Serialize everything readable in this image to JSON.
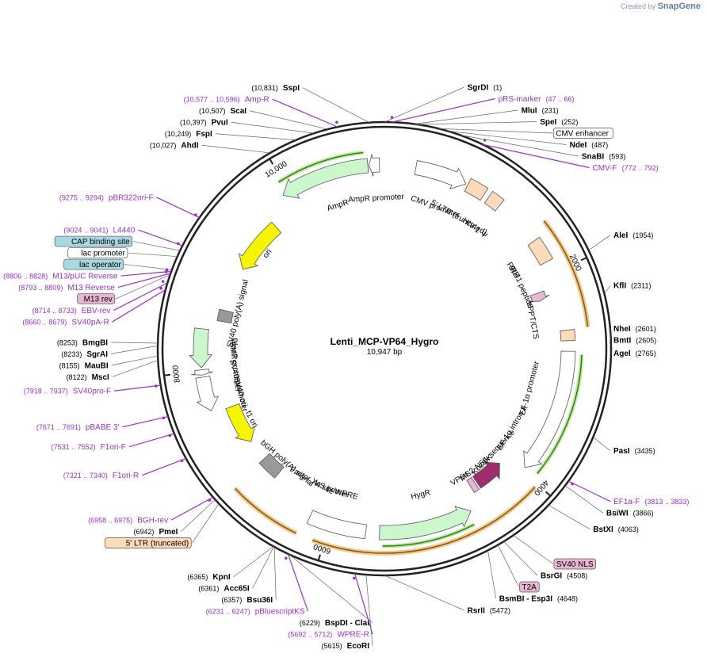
{
  "watermark": {
    "prefix": "Created by",
    "brand": "SnapGene"
  },
  "plasmid": {
    "name": "Lenti_MCP-VP64_Hygro",
    "length_label": "10,947 bp",
    "total_bp": 10947
  },
  "colors": {
    "enzyme": "#000000",
    "primer": "#9b30c8",
    "ring": "#222222",
    "promoter_fill": "#ffffff",
    "ltr_fill": "#fddbb8",
    "green_fill": "#ccf7cc",
    "yellow_fill": "#f5f500",
    "magenta_fill": "#9b2e6b",
    "gray_fill": "#999999",
    "cap_fill": "#a8d8e0",
    "pink_fill": "#e8b6d1",
    "orange_arc": "#d98c1a",
    "green_arc": "#1a9e1a"
  },
  "ruler_ticks": [
    {
      "label": "2000",
      "bp": 2000
    },
    {
      "label": "4000",
      "bp": 4000
    },
    {
      "label": "6000",
      "bp": 6000
    },
    {
      "label": "8000",
      "bp": 8000
    },
    {
      "label": "10,000",
      "bp": 10000
    }
  ],
  "sites": [
    {
      "name": "SgrDI",
      "pos": "(1)",
      "bp": 1,
      "kind": "enzyme"
    },
    {
      "name": "SspI",
      "pos": "(10,831)",
      "bp": 10831,
      "kind": "enzyme"
    },
    {
      "name": "Amp-R",
      "pos": "(10,577 .. 10,596)",
      "bp": 10586,
      "kind": "primer"
    },
    {
      "name": "ScaI",
      "pos": "(10,507)",
      "bp": 10507,
      "kind": "enzyme"
    },
    {
      "name": "PvuI",
      "pos": "(10,397)",
      "bp": 10397,
      "kind": "enzyme"
    },
    {
      "name": "FspI",
      "pos": "(10,249)",
      "bp": 10249,
      "kind": "enzyme"
    },
    {
      "name": "AhdI",
      "pos": "(10,027)",
      "bp": 10027,
      "kind": "enzyme"
    },
    {
      "name": "pBR322ori-F",
      "pos": "(9275 .. 9294)",
      "bp": 9285,
      "kind": "primer"
    },
    {
      "name": "L4440",
      "pos": "(9024 .. 9041)",
      "bp": 9032,
      "kind": "primer"
    },
    {
      "name": "CAP binding site",
      "pos": "",
      "bp": 8990,
      "kind": "box-cap"
    },
    {
      "name": "lac promoter",
      "pos": "",
      "bp": 8940,
      "kind": "box-white"
    },
    {
      "name": "M13/pUC Reverse",
      "pos": "(8806 .. 8828)",
      "bp": 8817,
      "kind": "primer"
    },
    {
      "name": "lac operator",
      "pos": "",
      "bp": 8830,
      "kind": "box-cap"
    },
    {
      "name": "M13 Reverse",
      "pos": "(8793 .. 8809)",
      "bp": 8801,
      "kind": "primer"
    },
    {
      "name": "M13 rev",
      "pos": "",
      "bp": 8790,
      "kind": "box-pink"
    },
    {
      "name": "EBV-rev",
      "pos": "(8714 .. 8733)",
      "bp": 8724,
      "kind": "primer"
    },
    {
      "name": "SV40pA-R",
      "pos": "(8660 .. 8679)",
      "bp": 8670,
      "kind": "primer"
    },
    {
      "name": "BmgBI",
      "pos": "(8253)",
      "bp": 8253,
      "kind": "enzyme"
    },
    {
      "name": "SgrAI",
      "pos": "(8233)",
      "bp": 8233,
      "kind": "enzyme"
    },
    {
      "name": "MauBI",
      "pos": "(8155)",
      "bp": 8155,
      "kind": "enzyme"
    },
    {
      "name": "MscI",
      "pos": "(8122)",
      "bp": 8122,
      "kind": "enzyme"
    },
    {
      "name": "SV40pro-F",
      "pos": "(7918 .. 7937)",
      "bp": 7928,
      "kind": "primer"
    },
    {
      "name": "pBABE 3'",
      "pos": "(7671 .. 7691)",
      "bp": 7681,
      "kind": "primer"
    },
    {
      "name": "F1ori-F",
      "pos": "(7531 .. 7552)",
      "bp": 7541,
      "kind": "primer"
    },
    {
      "name": "F1ori-R",
      "pos": "(7321 .. 7340)",
      "bp": 7330,
      "kind": "primer"
    },
    {
      "name": "BGH-rev",
      "pos": "(6958 .. 6975)",
      "bp": 6966,
      "kind": "primer"
    },
    {
      "name": "PmeI",
      "pos": "(6942)",
      "bp": 6942,
      "kind": "enzyme"
    },
    {
      "name": "5' LTR (truncated)",
      "pos": "",
      "bp": 6900,
      "kind": "box-ltr"
    },
    {
      "name": "KpnI",
      "pos": "(6365)",
      "bp": 6365,
      "kind": "enzyme"
    },
    {
      "name": "Acc65I",
      "pos": "(6361)",
      "bp": 6361,
      "kind": "enzyme"
    },
    {
      "name": "Bsu36I",
      "pos": "(6357)",
      "bp": 6357,
      "kind": "enzyme"
    },
    {
      "name": "pBluescriptKS",
      "pos": "(6231 .. 6247)",
      "bp": 6239,
      "kind": "primer"
    },
    {
      "name": "BspDI - ClaI",
      "pos": "(6229)",
      "bp": 6229,
      "kind": "enzyme"
    },
    {
      "name": "WPRE-R",
      "pos": "(5692 .. 5712)",
      "bp": 5702,
      "kind": "primer"
    },
    {
      "name": "EcoRI",
      "pos": "(5615)",
      "bp": 5615,
      "kind": "enzyme"
    },
    {
      "name": "RsrII",
      "pos": "(5472)",
      "bp": 5472,
      "kind": "enzyme"
    },
    {
      "name": "pRS-marker",
      "pos": "(47 .. 66)",
      "bp": 56,
      "kind": "primer"
    },
    {
      "name": "MluI",
      "pos": "(231)",
      "bp": 231,
      "kind": "enzyme"
    },
    {
      "name": "SpeI",
      "pos": "(252)",
      "bp": 252,
      "kind": "enzyme"
    },
    {
      "name": "CMV enhancer",
      "pos": "",
      "bp": 420,
      "kind": "box-white"
    },
    {
      "name": "NdeI",
      "pos": "(487)",
      "bp": 487,
      "kind": "enzyme"
    },
    {
      "name": "SnaBI",
      "pos": "(593)",
      "bp": 593,
      "kind": "enzyme"
    },
    {
      "name": "CMV-F",
      "pos": "(772 .. 792)",
      "bp": 782,
      "kind": "primer"
    },
    {
      "name": "AleI",
      "pos": "(1954)",
      "bp": 1954,
      "kind": "enzyme"
    },
    {
      "name": "KflI",
      "pos": "(2311)",
      "bp": 2311,
      "kind": "enzyme"
    },
    {
      "name": "NheI",
      "pos": "(2601)",
      "bp": 2601,
      "kind": "enzyme"
    },
    {
      "name": "BmtI",
      "pos": "(2605)",
      "bp": 2605,
      "kind": "enzyme"
    },
    {
      "name": "AgeI",
      "pos": "(2765)",
      "bp": 2765,
      "kind": "enzyme"
    },
    {
      "name": "PasI",
      "pos": "(3435)",
      "bp": 3435,
      "kind": "enzyme"
    },
    {
      "name": "EF1a-F",
      "pos": "(3813 .. 3833)",
      "bp": 3823,
      "kind": "primer"
    },
    {
      "name": "BsiWI",
      "pos": "(3866)",
      "bp": 3866,
      "kind": "enzyme"
    },
    {
      "name": "BstXI",
      "pos": "(4063)",
      "bp": 4063,
      "kind": "enzyme"
    },
    {
      "name": "SV40 NLS",
      "pos": "",
      "bp": 4420,
      "kind": "box-pink"
    },
    {
      "name": "BsrGI",
      "pos": "(4508)",
      "bp": 4508,
      "kind": "enzyme"
    },
    {
      "name": "T2A",
      "pos": "",
      "bp": 4560,
      "kind": "box-pink"
    },
    {
      "name": "BsmBI - Esp3I",
      "pos": "(4648)",
      "bp": 4648,
      "kind": "enzyme"
    }
  ],
  "features": [
    {
      "name": "AmpR",
      "start": 9930,
      "end": 10790,
      "dir": -1,
      "type": "green",
      "arc": "green"
    },
    {
      "name": "AmpR promoter",
      "start": 10800,
      "end": 10900,
      "dir": -1,
      "type": "white"
    },
    {
      "name": "CMV promoter",
      "start": 300,
      "end": 800,
      "dir": 1,
      "type": "white"
    },
    {
      "name": "5' LTR (truncated)",
      "start": 820,
      "end": 1000,
      "dir": 0,
      "type": "ltr"
    },
    {
      "name": "HIV-1 Ψ",
      "start": 1050,
      "end": 1180,
      "dir": 0,
      "type": "ltr"
    },
    {
      "name": "RRE",
      "start": 1650,
      "end": 1880,
      "dir": 0,
      "type": "ltr"
    },
    {
      "name": "gp41 peptide",
      "start": 2130,
      "end": 2220,
      "dir": 1,
      "type": "pink"
    },
    {
      "name": "cPPT/CTS",
      "start": 2560,
      "end": 2660,
      "dir": 0,
      "type": "ltr"
    },
    {
      "name": "EF-1α promoter",
      "start": 2760,
      "end": 3960,
      "dir": 1,
      "type": "white",
      "arc": "green"
    },
    {
      "name": "MS2-N55K",
      "start": 4100,
      "end": 4420,
      "dir": -1,
      "type": "magenta"
    },
    {
      "name": "VP64",
      "start": 4440,
      "end": 4500,
      "dir": 0,
      "type": "pinkbox"
    },
    {
      "name": "HygR",
      "start": 4620,
      "end": 5520,
      "dir": -1,
      "type": "green",
      "arc": "green"
    },
    {
      "name": "WPRE",
      "start": 5650,
      "end": 6200,
      "dir": 0,
      "type": "white"
    },
    {
      "name": "bGH poly(A) signal",
      "start": 6700,
      "end": 6920,
      "dir": 0,
      "type": "gray"
    },
    {
      "name": "f1 ori",
      "start": 7150,
      "end": 7580,
      "dir": -1,
      "type": "yellow"
    },
    {
      "name": "SV40 promoter",
      "start": 7610,
      "end": 7940,
      "dir": -1,
      "type": "white"
    },
    {
      "name": "EM7 promoter",
      "start": 7960,
      "end": 8010,
      "dir": -1,
      "type": "white"
    },
    {
      "name": "BleoR",
      "start": 8030,
      "end": 8400,
      "dir": -1,
      "type": "green"
    },
    {
      "name": "SV40 poly(A) signal",
      "start": 8500,
      "end": 8620,
      "dir": 0,
      "type": "gray"
    },
    {
      "name": "ori",
      "start": 9100,
      "end": 9680,
      "dir": -1,
      "type": "yellow"
    }
  ],
  "inner_labels": [
    {
      "text": "AmpR",
      "bp": 10400
    },
    {
      "text": "AmpR promoter",
      "bp": 10850
    },
    {
      "text": "CMV promoter",
      "bp": 600
    },
    {
      "text": "5' LTR (truncated)",
      "bp": 900
    },
    {
      "text": "HIV-1 Ψ",
      "bp": 1120
    },
    {
      "text": "RRE",
      "bp": 1780
    },
    {
      "text": "gp41 peptide",
      "bp": 2000
    },
    {
      "text": "cPPT/CTS",
      "bp": 2410
    },
    {
      "text": "EF-1α promoter",
      "bp": 3200
    },
    {
      "text": "EF-1α intron A",
      "bp": 3700
    },
    {
      "text": "Kozak sequence",
      "bp": 4060
    },
    {
      "text": "MS2-N55K",
      "bp": 4330
    },
    {
      "text": "VP64",
      "bp": 4560
    },
    {
      "text": "HygR",
      "bp": 5050
    },
    {
      "text": "WPRE",
      "bp": 5920
    },
    {
      "text": "KS primer",
      "bp": 6100
    },
    {
      "text": "Factor Xa site",
      "bp": 6350
    },
    {
      "text": "bGH poly(A) signal",
      "bp": 6700
    },
    {
      "text": "f1 ori",
      "bp": 7360
    },
    {
      "text": "SV40 promoter",
      "bp": 7780
    },
    {
      "text": "EM7 promoter",
      "bp": 8000
    },
    {
      "text": "SV40 ori",
      "bp": 7700
    },
    {
      "text": "BleoR",
      "bp": 8210
    },
    {
      "text": "SV40 poly(A) signal",
      "bp": 8620
    },
    {
      "text": "ori",
      "bp": 9400
    }
  ],
  "orange_arcs": [
    {
      "start": 1560,
      "end": 2550
    },
    {
      "start": 4030,
      "end": 6100
    },
    {
      "start": 6250,
      "end": 6900
    }
  ]
}
